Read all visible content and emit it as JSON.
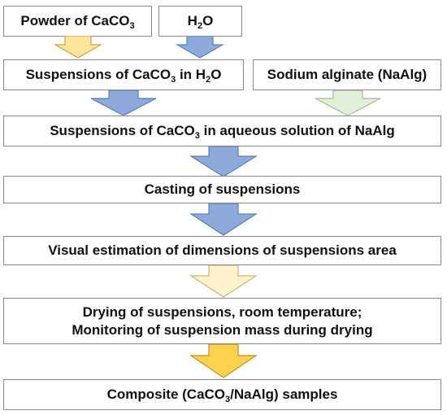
{
  "colors": {
    "blue_fill": "#8eaadb",
    "blue_stroke": "#5b7fb6",
    "yellow_fill": "#fde49a",
    "yellow_stroke": "#c9a43b",
    "green_fill": "#e2efda",
    "green_stroke": "#9fbf8a",
    "pale_yellow_fill": "#fff2cc",
    "pale_yellow_stroke": "#c9b67a",
    "gold_fill": "#ffd24d",
    "gold_stroke": "#b8941f",
    "box_border": "#8a8a8a"
  },
  "nodes": {
    "powder": {
      "pre": "Powder of CaCO",
      "sub": "3"
    },
    "water": {
      "pre": "H",
      "sub": "2",
      "post": "O"
    },
    "suspensions_water": {
      "pre": "Suspensions of CaCO",
      "sub": "3",
      "mid": " in H",
      "sub2": "2",
      "post": "O"
    },
    "alginate": {
      "text": "Sodium alginate (NaAlg)"
    },
    "suspensions_alg": {
      "pre": "Suspensions of CaCO",
      "sub": "3",
      "post": " in aqueous solution of NaAlg"
    },
    "casting": {
      "text": "Casting of suspensions"
    },
    "visual": {
      "text": "Visual estimation of dimensions of suspensions area"
    },
    "drying": {
      "line1": "Drying of suspensions, room temperature;",
      "line2": "Monitoring of suspension mass  during drying"
    },
    "composite": {
      "pre": "Composite (CaCO",
      "sub": "3",
      "post": "/NaAlg) samples"
    }
  }
}
